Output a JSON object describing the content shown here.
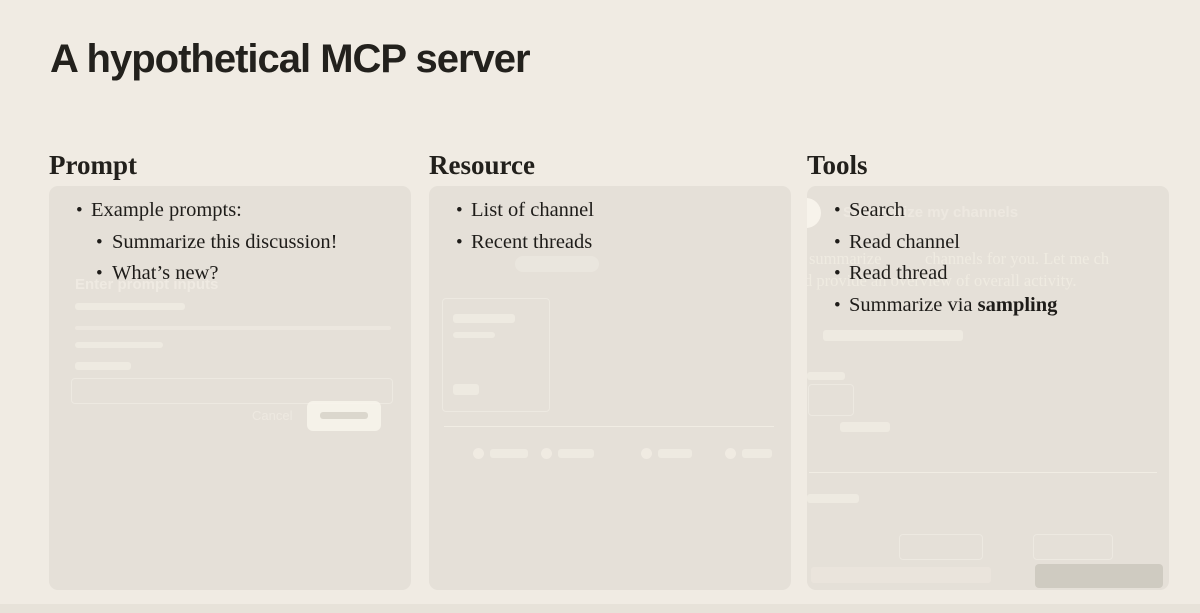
{
  "slide": {
    "title": "A hypothetical MCP server"
  },
  "columns": [
    {
      "heading": "Prompt",
      "bullets": [
        {
          "text": "Example prompts:"
        },
        {
          "text": "Summarize this discussion!"
        },
        {
          "text": "What’s new?"
        }
      ]
    },
    {
      "heading": "Resource",
      "bullets": [
        {
          "text": "List of channel"
        },
        {
          "text": "Recent threads"
        }
      ]
    },
    {
      "heading": "Tools",
      "bullets": [
        {
          "text": "Search"
        },
        {
          "text": "Read channel"
        },
        {
          "text": "Read thread"
        },
        {
          "text": "Summarize via ",
          "bold": "sampling"
        }
      ]
    }
  ],
  "ghost_screens": {
    "prompt_dialog": {
      "title": "Enter prompt inputs",
      "cancel_label": "Cancel"
    },
    "tools_chat": {
      "user_message": "Summarize my channels",
      "reply_line_1_start": "summarize",
      "reply_line_1_end": "channels for you. Let me ch",
      "reply_line_2": "d provide an overview of overall activity."
    }
  },
  "colors": {
    "background": "#f0ebe3",
    "card": "#e5e0d8",
    "heading_text": "#22201c",
    "body_text": "#1e1c19",
    "ghost_light": "#f3efe6"
  }
}
